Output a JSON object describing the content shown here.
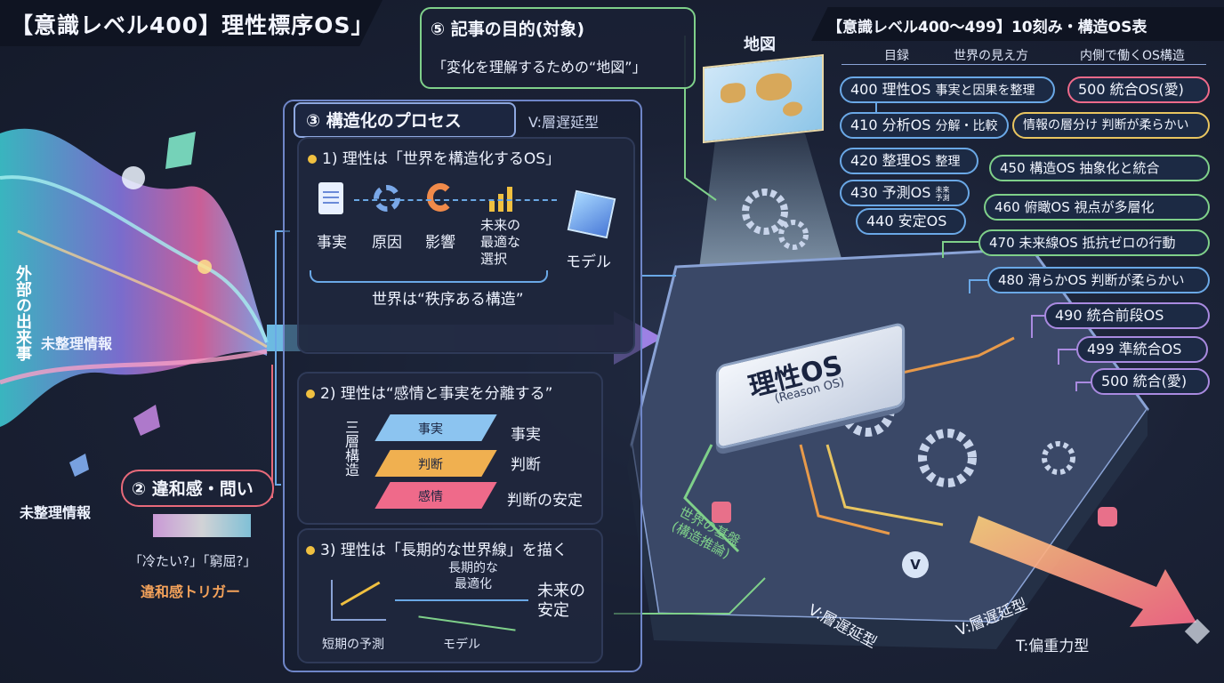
{
  "title": "【意識レベル400】理性標序OS」",
  "panel5": {
    "title": "⑤ 記事の目的(対象)",
    "text": "「変化を理解するための“地図”」"
  },
  "map_label": "地図",
  "left": {
    "outer_events": "外部の出来事",
    "unorganized1": "未整理情報",
    "unorganized2": "未整理情報",
    "dissonance_title": "② 違和感・問い",
    "questions": "「冷たい?」「窮屈?」",
    "trigger": "違和感トリガー"
  },
  "panel3": {
    "title": "③ 構造化のプロセス",
    "vtype": "V:層遅延型",
    "s1": "1) 理性は「世界を構造化するOS」",
    "steps": [
      "事実",
      "原因",
      "影響",
      "未来の\n最適な\n選択"
    ],
    "model": "モデル",
    "caption": "世界は“秩序ある構造”"
  },
  "panel2": {
    "title": "2) 理性は“感情と事実を分離する”",
    "stack_label": "三層構造",
    "layers": [
      "事実",
      "判断",
      "感情"
    ],
    "right": [
      "事実",
      "判断",
      "判断の安定"
    ]
  },
  "panel3b": {
    "title": "3) 理性は「長期的な世界線」を描く",
    "long_opt": "長期的な\n最適化",
    "future": "未来の\n安定",
    "short": "短期の予測",
    "model": "モデル"
  },
  "center": {
    "os_title": "理性OS",
    "os_sub": "(Reason OS)",
    "world_base": "世界の基盤\n(構造推論)",
    "v1": "V:層遅延型",
    "v2": "V:層遅延型",
    "t": "T:偏重力型"
  },
  "table": {
    "title": "【意識レベル400〜499】10刻み・構造OS表",
    "headers": [
      "目録",
      "世界の見え方",
      "内側で働くOS構造"
    ],
    "rows": [
      {
        "level": "400 理性OS",
        "view": "事実と因果を整理",
        "os": "500 統合OS(愛)"
      },
      {
        "level": "410 分析OS",
        "view": "分解・比較",
        "os": "情報の層分け  判断が柔らかい"
      },
      {
        "level": "420 整理OS",
        "view": "整理",
        "os": "450 構造OS    抽象化と統合"
      },
      {
        "level": "430 予測OS",
        "view": "未来\n予測",
        "os": "460 俯瞰OS    視点が多層化"
      },
      {
        "level": "440 安定OS",
        "view": "",
        "os": "470 未来線OS  抵抗ゼロの行動"
      }
    ],
    "extra": [
      "480 滑らかOS  判断が柔らかい",
      "490 統合前段OS",
      "499 準統合OS",
      "500 統合(愛)"
    ]
  }
}
